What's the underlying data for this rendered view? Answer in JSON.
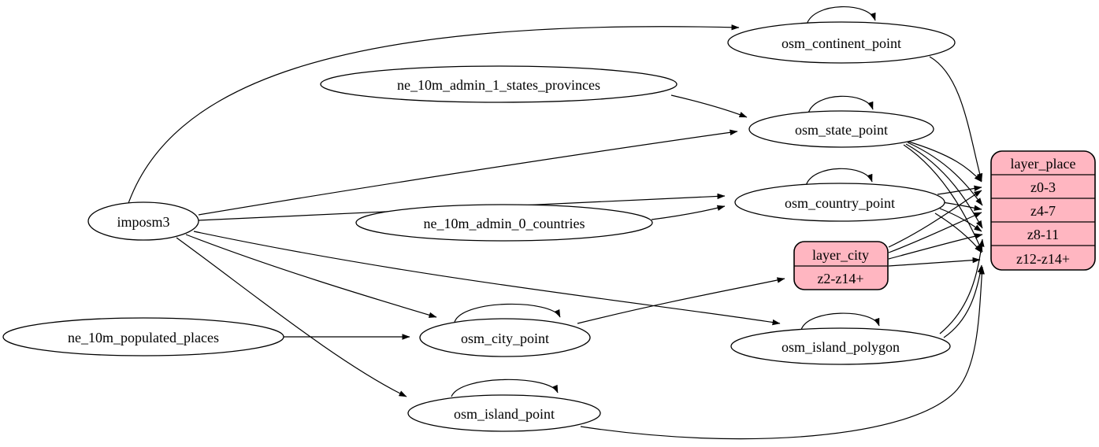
{
  "diagram": {
    "kind": "etl-mapping-graph",
    "colors": {
      "background": "#ffffff",
      "node_fill": "#ffffff",
      "record_fill": "#ffb6c1",
      "stroke": "#000000"
    },
    "nodes": {
      "imposm3": "imposm3",
      "ne_10m_admin_1_states_provinces": "ne_10m_admin_1_states_provinces",
      "ne_10m_admin_0_countries": "ne_10m_admin_0_countries",
      "ne_10m_populated_places": "ne_10m_populated_places",
      "osm_continent_point": "osm_continent_point",
      "osm_state_point": "osm_state_point",
      "osm_country_point": "osm_country_point",
      "osm_city_point": "osm_city_point",
      "osm_island_polygon": "osm_island_polygon",
      "osm_island_point": "osm_island_point"
    },
    "records": {
      "layer_place": {
        "title": "layer_place",
        "rows": [
          "z0-3",
          "z4-7",
          "z8-11",
          "z12-z14+"
        ]
      },
      "layer_city": {
        "title": "layer_city",
        "rows": [
          "z2-z14+"
        ]
      }
    },
    "edges": [
      {
        "from": "imposm3",
        "to": "osm_continent_point"
      },
      {
        "from": "imposm3",
        "to": "osm_state_point"
      },
      {
        "from": "imposm3",
        "to": "osm_country_point"
      },
      {
        "from": "imposm3",
        "to": "osm_city_point"
      },
      {
        "from": "imposm3",
        "to": "osm_island_polygon"
      },
      {
        "from": "imposm3",
        "to": "osm_island_point"
      },
      {
        "from": "ne_10m_admin_1_states_provinces",
        "to": "osm_state_point"
      },
      {
        "from": "ne_10m_admin_0_countries",
        "to": "osm_country_point"
      },
      {
        "from": "ne_10m_populated_places",
        "to": "osm_city_point"
      },
      {
        "from": "osm_continent_point",
        "to": "osm_continent_point"
      },
      {
        "from": "osm_state_point",
        "to": "osm_state_point"
      },
      {
        "from": "osm_country_point",
        "to": "osm_country_point"
      },
      {
        "from": "osm_city_point",
        "to": "osm_city_point"
      },
      {
        "from": "osm_island_polygon",
        "to": "osm_island_polygon"
      },
      {
        "from": "osm_island_point",
        "to": "osm_island_point"
      },
      {
        "from": "osm_continent_point",
        "to": "layer_place:z0-3"
      },
      {
        "from": "osm_state_point",
        "to": "layer_place:z0-3"
      },
      {
        "from": "osm_state_point",
        "to": "layer_place:z4-7"
      },
      {
        "from": "osm_state_point",
        "to": "layer_place:z8-11"
      },
      {
        "from": "osm_state_point",
        "to": "layer_place:z12-z14+"
      },
      {
        "from": "osm_country_point",
        "to": "layer_place:z0-3"
      },
      {
        "from": "osm_country_point",
        "to": "layer_place:z4-7"
      },
      {
        "from": "osm_country_point",
        "to": "layer_place:z8-11"
      },
      {
        "from": "osm_country_point",
        "to": "layer_place:z12-z14+"
      },
      {
        "from": "osm_city_point",
        "to": "layer_city:z2-z14+"
      },
      {
        "from": "layer_city",
        "to": "layer_place:z0-3"
      },
      {
        "from": "layer_city",
        "to": "layer_place:z4-7"
      },
      {
        "from": "layer_city",
        "to": "layer_place:z8-11"
      },
      {
        "from": "layer_city",
        "to": "layer_place:z12-z14+"
      },
      {
        "from": "osm_island_polygon",
        "to": "layer_place:z8-11"
      },
      {
        "from": "osm_island_polygon",
        "to": "layer_place:z12-z14+"
      },
      {
        "from": "osm_island_point",
        "to": "layer_place:z12-z14+"
      }
    ]
  }
}
